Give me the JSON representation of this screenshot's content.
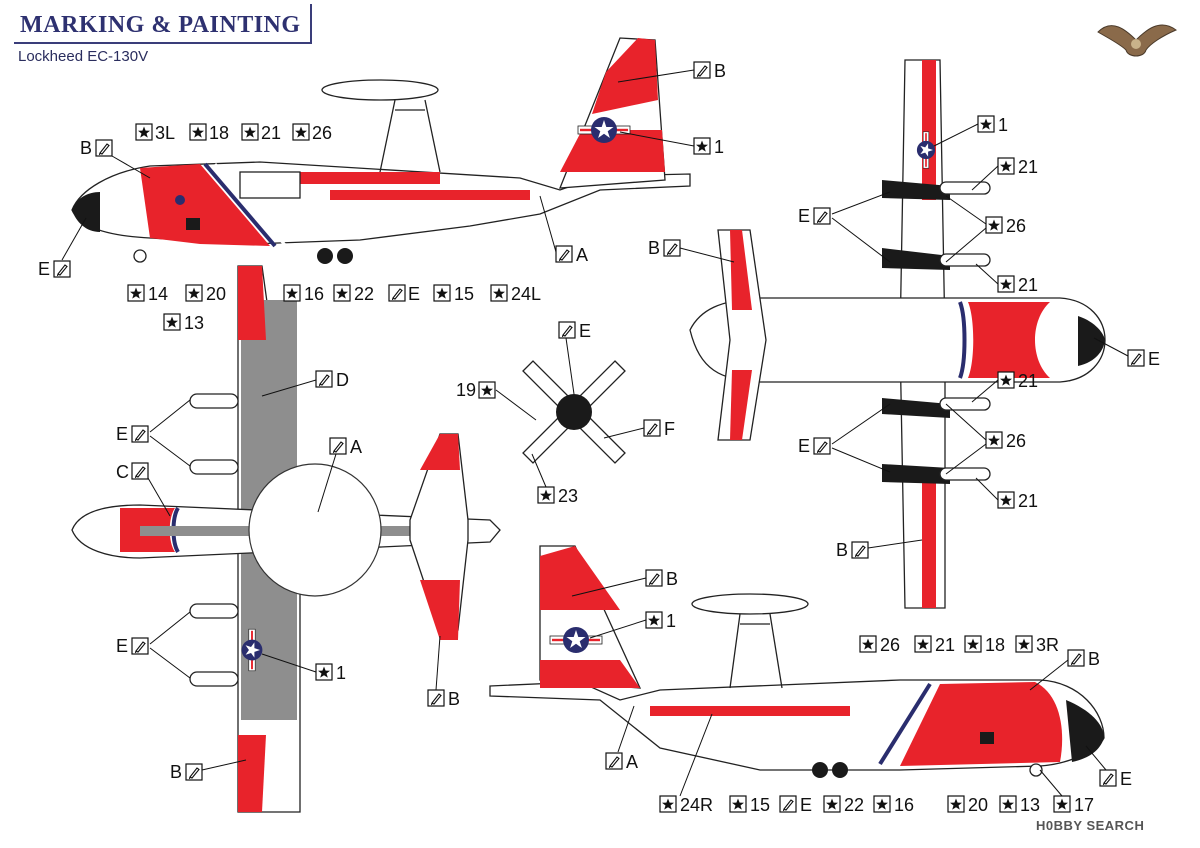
{
  "header": {
    "title": "MARKING & PAINTING",
    "subtitle": "Lockheed EC-130V"
  },
  "watermark": "H0BBY SEARCH",
  "colors": {
    "title": "#2e3170",
    "red": "#e8232b",
    "gray": "#8e8e8e",
    "black": "#1a1a1a",
    "navy": "#2a2d6e"
  },
  "callouts": {
    "left_side": {
      "paint": [
        "B",
        "E",
        "A",
        "E"
      ],
      "decals": [
        "3L",
        "18",
        "21",
        "26",
        "1",
        "14",
        "20",
        "13",
        "16",
        "22",
        "15",
        "24L"
      ]
    },
    "top_view": {
      "paint": [
        "D",
        "E",
        "C",
        "A",
        "E",
        "B"
      ],
      "decals": [
        "1"
      ]
    },
    "propeller": {
      "paint": [
        "E",
        "F"
      ],
      "decals": [
        "19",
        "23"
      ]
    },
    "bottom_view": {
      "paint": [
        "B",
        "E",
        "E",
        "E",
        "B"
      ],
      "decals": [
        "1",
        "21",
        "26",
        "21",
        "21",
        "26",
        "21"
      ]
    },
    "right_side": {
      "paint": [
        "B",
        "A",
        "B",
        "E"
      ],
      "decals": [
        "1",
        "26",
        "21",
        "18",
        "3R",
        "24R",
        "15",
        "22",
        "16",
        "20",
        "13",
        "17"
      ]
    }
  }
}
